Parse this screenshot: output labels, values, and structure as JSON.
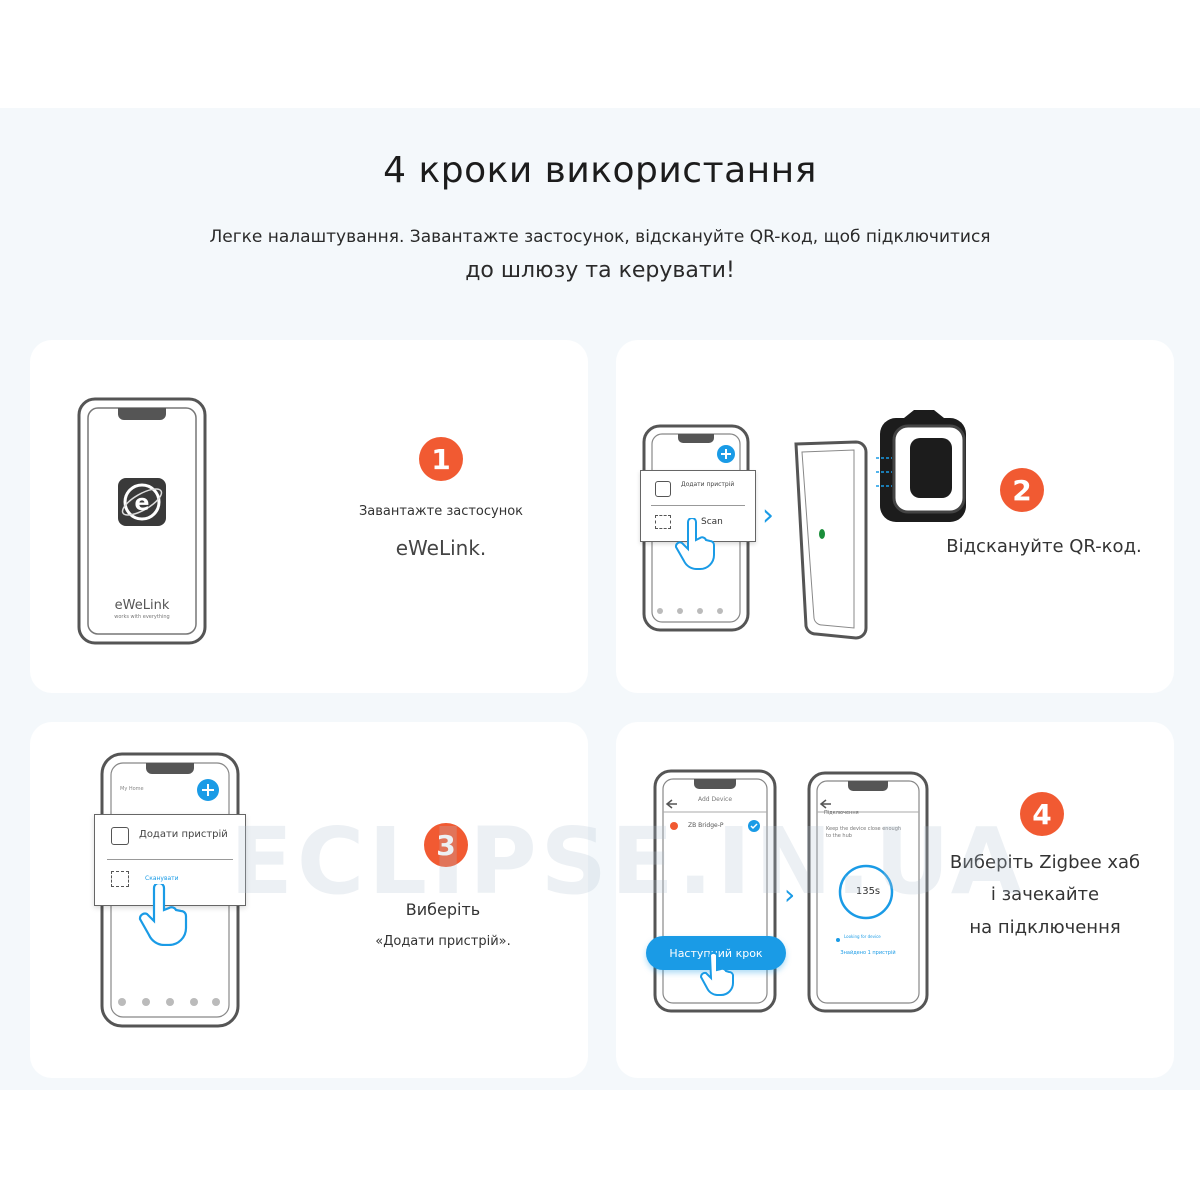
{
  "header": {
    "title": "4 кроки використання",
    "subtitle_line1": "Легке налаштування. Завантажте застосунок, відскануйте QR-код, щоб підключитися",
    "subtitle_line2": "до шлюзу та керувати!"
  },
  "steps": [
    {
      "number": "1",
      "line1": "Завантажте застосунок",
      "line2": "eWeLink.",
      "phone_brand": "eWeLink",
      "phone_tagline": "works with everything"
    },
    {
      "number": "2",
      "line1": "Відскануйте QR-код.",
      "popup_add": "Додати пристрій",
      "popup_scan": "Scan"
    },
    {
      "number": "3",
      "line1": "Виберіть",
      "line2": "«Додати пристрій».",
      "popup_add": "Додати пристрій",
      "popup_scan": "Сканувати",
      "home_label": "My Home"
    },
    {
      "number": "4",
      "line1": "Виберіть Zigbee хаб",
      "line2": "і зачекайте",
      "line3": "на підключення",
      "screen_title": "Add Device",
      "device_name": "ZB Bridge-P",
      "next_button": "Наступний крок",
      "pairing_header": "Підключення",
      "pairing_hint": "Keep the device close enough to the hub",
      "timer": "135s",
      "searching": "Looking for device",
      "found": "Знайдено 1 пристрій"
    }
  ],
  "watermark": "ECLIPSE.IN.UA",
  "colors": {
    "accent": "#f15a32",
    "blue": "#1a9be6",
    "background": "#f4f8fb"
  }
}
